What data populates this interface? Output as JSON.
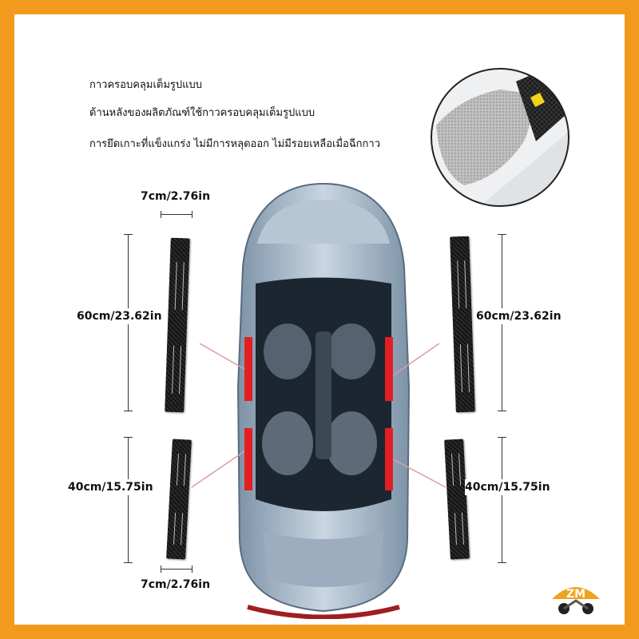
{
  "description_lines": [
    "กาวครอบคลุมเต็มรูปแบบ",
    "ด้านหลังของผลิตภัณฑ์ใช้กาวครอบคลุมเต็มรูปแบบ",
    "การยึดเกาะที่แข็งแกร่ง ไม่มีการหลุดออก ไม่มีรอยเหลือเมื่อฉีกกาว"
  ],
  "dimensions": {
    "width_top": "7cm/2.76in",
    "long_left": "60cm/23.62in",
    "long_right": "60cm/23.62in",
    "short_left": "40cm/15.75in",
    "short_right": "40cm/15.75in",
    "width_bottom": "7cm/2.76in"
  },
  "logo": {
    "text": "ZM"
  },
  "colors": {
    "frame": "#f39a1e",
    "car": "#9fb3c8",
    "marker": "#e31f23",
    "strip": "#1a1a1a"
  }
}
